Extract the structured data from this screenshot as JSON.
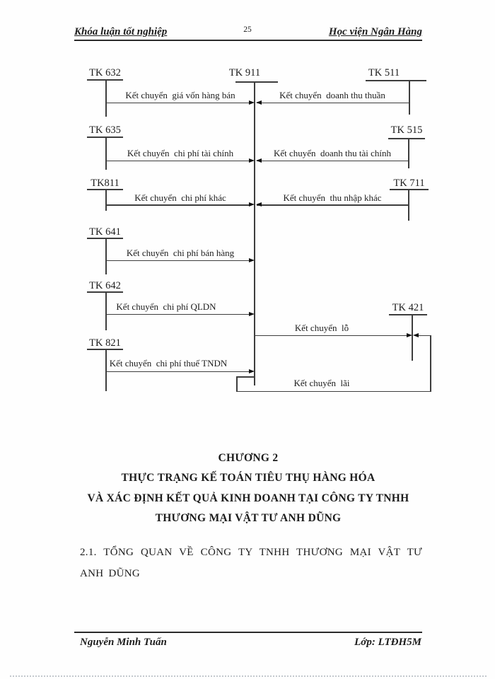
{
  "colors": {
    "line": "#3d3d3d",
    "text": "#1c1c1c"
  },
  "header": {
    "left": "Khóa luận tốt nghiệp",
    "page_number": "25",
    "right": "Học viện Ngân Hàng"
  },
  "diagram": {
    "accounts": {
      "tk632": "TK 632",
      "tk635": "TK 635",
      "tk811": "TK811",
      "tk641": "TK 641",
      "tk642": "TK 642",
      "tk821": "TK 821",
      "tk911": "TK 911",
      "tk511": "TK 511",
      "tk515": "TK 515",
      "tk711": "TK 711",
      "tk421": "TK 421"
    },
    "transfers": {
      "cogs": "Kết chuyển  giá vốn hàng bán",
      "net_revenue": "Kết chuyển  doanh thu thuần",
      "financial_expense": "Kết chuyển  chi phí tài chính",
      "financial_income": "Kết chuyển  doanh thu tài chính",
      "other_expense": "Kết chuyển  chi phí khác",
      "other_income": "Kết chuyển  thu nhập khác",
      "selling_expense": "Kết chuyển  chi phí bán hàng",
      "admin_expense": "Kết chuyển  chi phí QLDN",
      "loss": "Kết chuyển  lỗ",
      "cit_expense": "Kết chuyển  chi phí thuế TNDN",
      "profit": "Kết chuyển  lãi"
    }
  },
  "chapter": {
    "title": "CHƯƠNG 2",
    "line1": "THỰC TRẠNG KẾ TOÁN TIÊU THỤ HÀNG HÓA",
    "line2": "VÀ XÁC ĐỊNH KẾT QUẢ KINH DOANH TẠI CÔNG TY TNHH",
    "line3": "THƯƠNG MẠI VẬT TƯ ANH DŨNG"
  },
  "section": {
    "heading": "2.1. TỔNG QUAN VỀ CÔNG TY TNHH THƯƠNG MẠI VẬT TƯ ANH DŨNG"
  },
  "footer": {
    "left": "Nguyễn Minh Tuấn",
    "right": "Lớp: LTĐH5M"
  }
}
